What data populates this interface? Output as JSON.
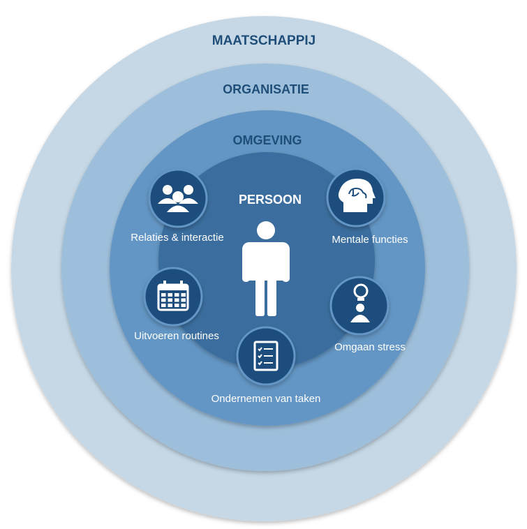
{
  "colors": {
    "maatschappij": "#c6d8e6",
    "organisatie": "#9ebfdb",
    "omgeving": "#6496c4",
    "persoon": "#3a6e9e",
    "icon_circle": "#1f4e7c",
    "title_dark": "#1f4e79",
    "white": "#ffffff"
  },
  "rings": {
    "maatschappij": "MAATSCHAPPIJ",
    "organisatie": "ORGANISATIE",
    "omgeving": "OMGEVING",
    "persoon": "PERSOON"
  },
  "domains": {
    "relaties": {
      "label": "Relaties & interactie",
      "icon": "people-group-icon"
    },
    "mentale": {
      "label": "Mentale functies",
      "icon": "brain-head-icon"
    },
    "routines": {
      "label": "Uitvoeren routines",
      "icon": "calendar-icon"
    },
    "stress": {
      "label": "Omgaan stress",
      "icon": "lightbulb-person-icon"
    },
    "taken": {
      "label": "Ondernemen van taken",
      "icon": "checklist-icon"
    }
  },
  "center_icon": "person-figure-icon"
}
